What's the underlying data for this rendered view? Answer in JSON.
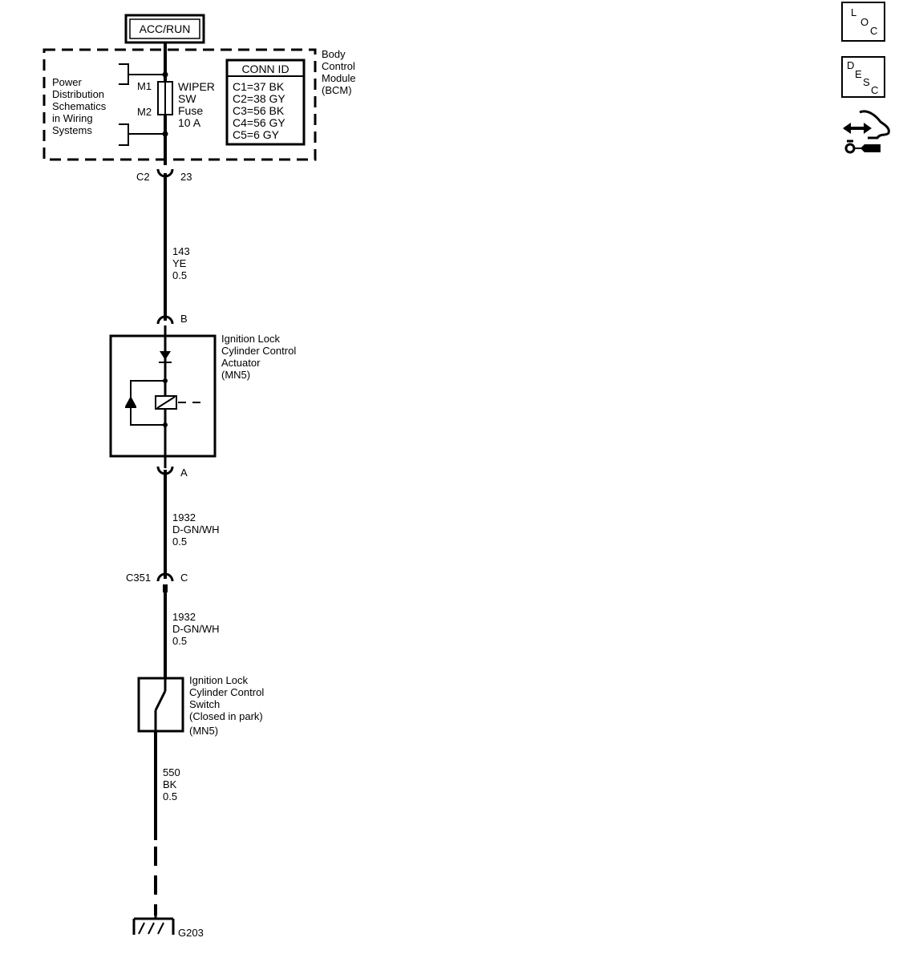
{
  "power_source": {
    "label": "ACC/RUN"
  },
  "power_distribution": {
    "lines": [
      "Power",
      "Distribution",
      "Schematics",
      "in Wiring",
      "Systems"
    ],
    "m1": "M1",
    "m2": "M2"
  },
  "fuse": {
    "lines": [
      "WIPER",
      "SW",
      "Fuse",
      "10 A"
    ]
  },
  "conn_table": {
    "header": "CONN ID",
    "rows": [
      "C1=37 BK",
      "C2=38 GY",
      "C3=56 BK",
      "C4=56 GY",
      "C5=6 GY"
    ]
  },
  "bcm": {
    "lines": [
      "Body",
      "Control",
      "Module",
      "(BCM)"
    ]
  },
  "connector_c2": {
    "name": "C2",
    "pin": "23"
  },
  "wire_143": {
    "lines": [
      "143",
      "YE",
      "0.5"
    ]
  },
  "actuator": {
    "pin_top": "B",
    "pin_bottom": "A",
    "lines": [
      "Ignition Lock",
      "Cylinder Control",
      "Actuator",
      "(MN5)"
    ]
  },
  "wire_1932_a": {
    "lines": [
      "1932",
      "D-GN/WH",
      "0.5"
    ]
  },
  "connector_c351": {
    "name": "C351",
    "pin": "C"
  },
  "wire_1932_b": {
    "lines": [
      "1932",
      "D-GN/WH",
      "0.5"
    ]
  },
  "switch": {
    "lines": [
      "Ignition Lock",
      "Cylinder Control",
      "Switch",
      "(Closed in park)",
      "(MN5)"
    ]
  },
  "wire_550": {
    "lines": [
      "550",
      "BK",
      "0.5"
    ]
  },
  "ground": {
    "label": "G203"
  },
  "side_icons": {
    "loc": {
      "icon": "loc-icon",
      "letters": [
        "L",
        "O",
        "C"
      ]
    },
    "desc": {
      "icon": "desc-icon",
      "letters": [
        "D",
        "E",
        "S",
        "C"
      ]
    },
    "service": {
      "icon": "service-icon"
    }
  }
}
